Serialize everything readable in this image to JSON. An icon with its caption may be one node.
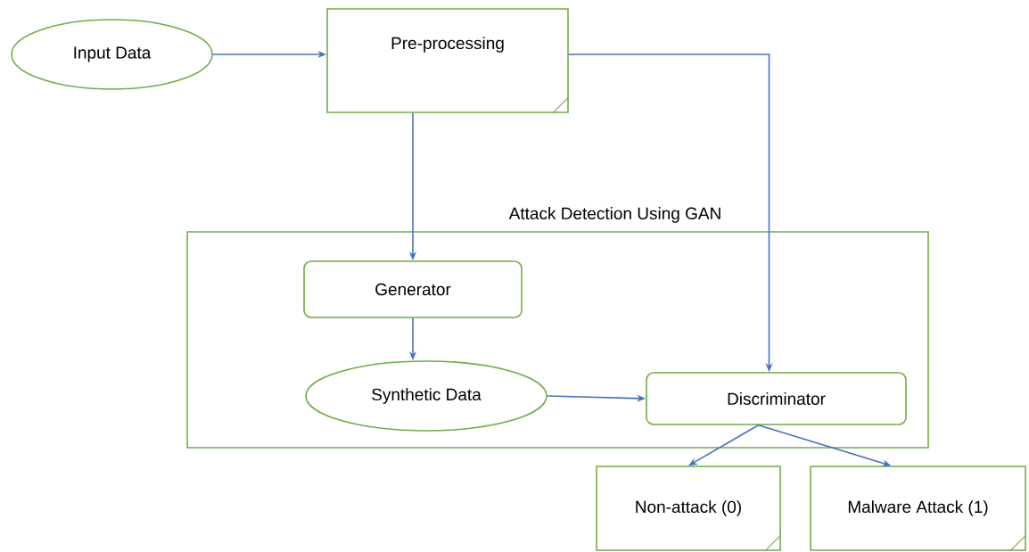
{
  "diagram": {
    "nodes": [
      {
        "text": [
          "Input Data"
        ]
      },
      {
        "text": [
          "Pre-processing"
        ]
      },
      {
        "text": [
          "Attack Detection Using GAN"
        ]
      },
      {
        "text": [
          "Generator"
        ],
        "in": 2
      },
      {
        "text": [
          "Synthetic Data"
        ],
        "in": 2
      },
      {
        "text": [
          "Discriminator"
        ],
        "in": 2
      },
      {
        "text": [
          "Non-attack (0)"
        ]
      },
      {
        "text": [
          "Malware Attack (1)"
        ]
      }
    ],
    "edges": [
      {
        "from": 0,
        "to": 1,
        "arrow": "to"
      },
      {
        "from": 1,
        "to": 3,
        "arrow": "to"
      },
      {
        "from": 1,
        "to": 5,
        "arrow": "to"
      },
      {
        "from": 3,
        "to": 4,
        "arrow": "to"
      },
      {
        "from": 4,
        "to": 5,
        "arrow": "to"
      },
      {
        "from": 5,
        "to": 6,
        "arrow": "to"
      },
      {
        "from": 5,
        "to": 7,
        "arrow": "to"
      }
    ]
  }
}
